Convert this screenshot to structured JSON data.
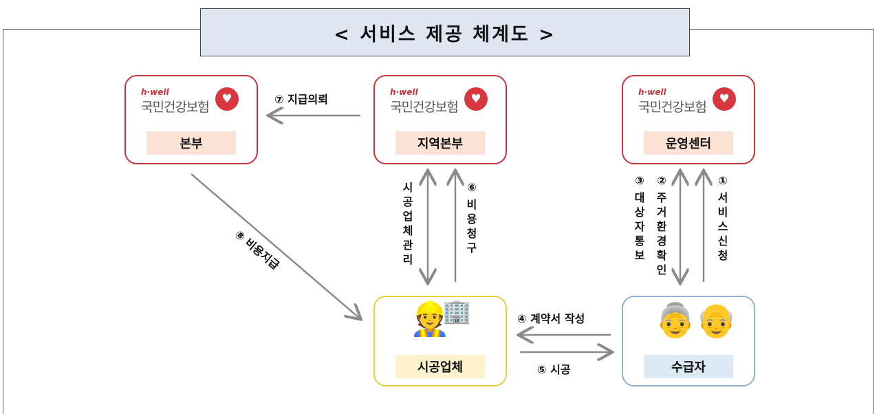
{
  "title": "< 서비스 제공 체계도 >",
  "logo": {
    "small": "h·well",
    "main": "국민건강보험"
  },
  "nodes": {
    "hq": "본부",
    "regional": "지역본부",
    "ops": "운영센터",
    "contractor": "시공업체",
    "recipient": "수급자"
  },
  "edges": {
    "e1_num": "①",
    "e1": "서비스신청",
    "e2_num": "②",
    "e2": "주거환경확인",
    "e3_num": "③",
    "e3": "대상자통보",
    "e4": "④ 계약서 작성",
    "e5": "⑤ 시공",
    "e6_num": "⑥",
    "e6": "비용청구",
    "e7": "⑦ 지급의뢰",
    "e8": "⑧ 비용지급",
    "mgmt": "시공업체 관리"
  },
  "colors": {
    "red": "#c8333a",
    "yellow": "#e8cf3c",
    "blue": "#8fb1cf",
    "arrow": "#8a8a8a"
  },
  "icons": [
    "heart-icon",
    "worker-icon",
    "building-icon",
    "elderly-couple-icon"
  ]
}
